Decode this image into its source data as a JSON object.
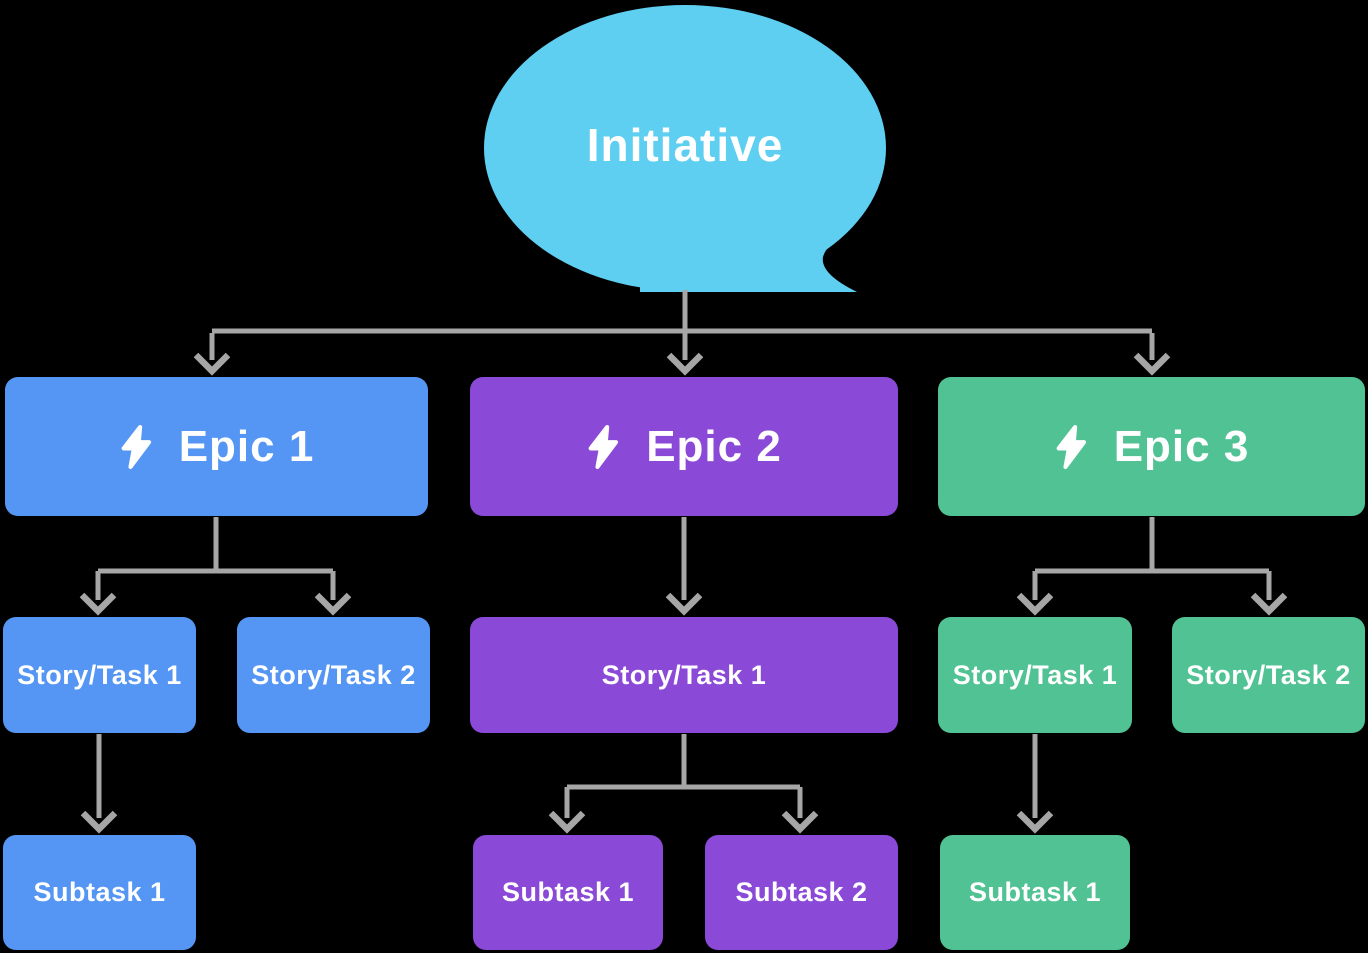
{
  "diagram": {
    "root": {
      "label": "Initiative"
    },
    "colors": {
      "initiative": "#5ECFF1",
      "epic1": "#5596F5",
      "epic2": "#8B49D7",
      "epic3": "#50C294",
      "connector": "#A6A6A6",
      "text": "#FFFFFF",
      "background": "#000000"
    },
    "icons": {
      "epic_icon": "lightning-bolt"
    },
    "epics": [
      {
        "label": "Epic 1",
        "stories": [
          {
            "label": "Story/Task 1",
            "subtasks": [
              {
                "label": "Subtask 1"
              }
            ]
          },
          {
            "label": "Story/Task 2",
            "subtasks": []
          }
        ]
      },
      {
        "label": "Epic 2",
        "stories": [
          {
            "label": "Story/Task 1",
            "subtasks": [
              {
                "label": "Subtask 1"
              },
              {
                "label": "Subtask 2"
              }
            ]
          }
        ]
      },
      {
        "label": "Epic 3",
        "stories": [
          {
            "label": "Story/Task 1",
            "subtasks": [
              {
                "label": "Subtask 1"
              }
            ]
          },
          {
            "label": "Story/Task 2",
            "subtasks": []
          }
        ]
      }
    ]
  }
}
